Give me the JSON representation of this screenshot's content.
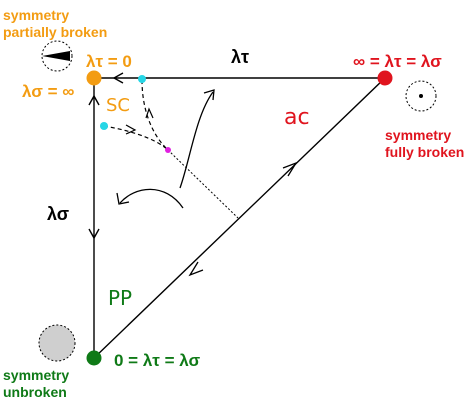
{
  "labels": {
    "corner_left_title": [
      "symmetry",
      "partially broken"
    ],
    "corner_right_title": [
      "symmetry",
      "fully broken"
    ],
    "corner_bottom_title": [
      "symmetry",
      "unbroken"
    ],
    "lambda_tau_zero": "λτ = 0",
    "lambda_sigma_inf": "λσ = ∞",
    "right_point_eq": "∞ = λτ = λσ",
    "bottom_point_eq": "0 = λτ = λσ",
    "top_edge": "λτ",
    "left_edge": "λσ",
    "sc": "SC",
    "ac": "ac",
    "pp": "PP"
  },
  "colors": {
    "orange": "#f39c12",
    "red": "#e0141e",
    "green": "#0f7a17",
    "cyan": "#26d6e6",
    "magenta": "#e020e0",
    "black": "#000000",
    "gray_fill": "#cfcfcf"
  }
}
